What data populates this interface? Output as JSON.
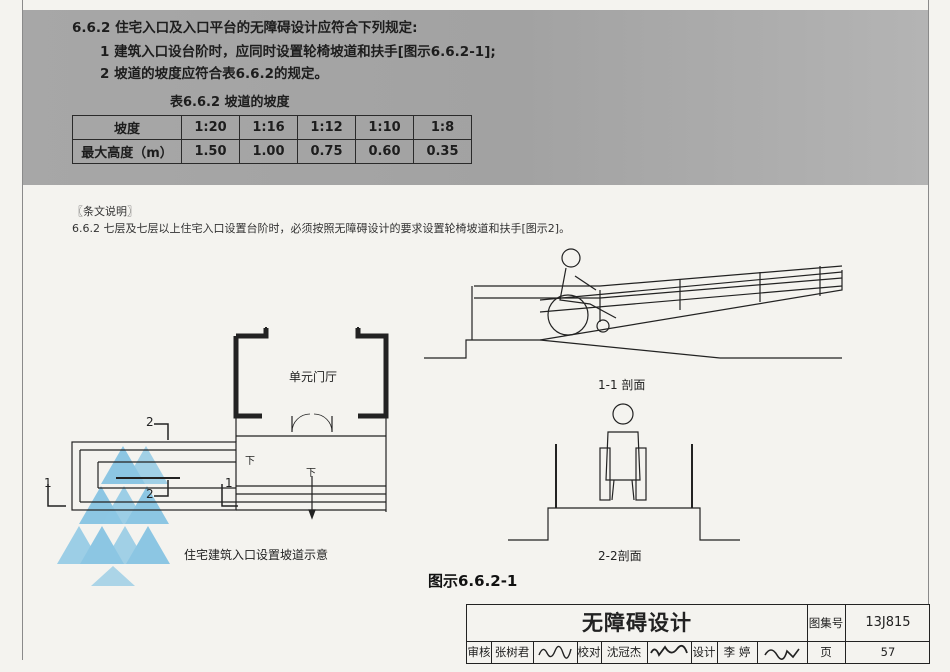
{
  "header_text": {
    "clause": "6.6.2 住宅入口及入口平台的无障碍设计应符合下列规定:",
    "item1": "1 建筑入口设台阶时，应同时设置轮椅坡道和扶手[图示6.6.2-1];",
    "item2": "2 坡道的坡度应符合表6.6.2的规定。"
  },
  "table": {
    "caption": "表6.6.2 坡道的坡度",
    "row_labels": [
      "坡度",
      "最大高度（m）"
    ],
    "slopes": [
      "1:20",
      "1:16",
      "1:12",
      "1:10",
      "1:8"
    ],
    "heights": [
      "1.50",
      "1.00",
      "0.75",
      "0.60",
      "0.35"
    ]
  },
  "explanation": {
    "heading": "〖条文说明〗",
    "text": "6.6.2 七层及七层以上住宅入口设置台阶时，必须按照无障碍设计的要求设置轮椅坡道和扶手[图示2]。"
  },
  "plan": {
    "hall_label": "单元门厅",
    "down_label_1": "下",
    "down_label_2": "下",
    "section_1_left": "1",
    "section_1_right": "1",
    "section_2_top": "2",
    "section_2_bottom": "2",
    "caption": "住宅建筑入口设置坡道示意"
  },
  "sections": {
    "section_1_caption": "1-1 剖面",
    "section_2_caption": "2-2剖面"
  },
  "figure_caption": "图示6.6.2-1",
  "title_block": {
    "title": "无障碍设计",
    "atlas_label": "图集号",
    "atlas_no": "13J815",
    "review_label": "审核",
    "review_name": "张树君",
    "check_label": "校对",
    "check_name": "沈冠杰",
    "design_label": "设计",
    "design_name": "李 婷",
    "page_label": "页",
    "page_no": "57"
  },
  "colors": {
    "header_shade": "#a6a6a6",
    "watermark": "#6ab8e0",
    "line": "#222222"
  }
}
